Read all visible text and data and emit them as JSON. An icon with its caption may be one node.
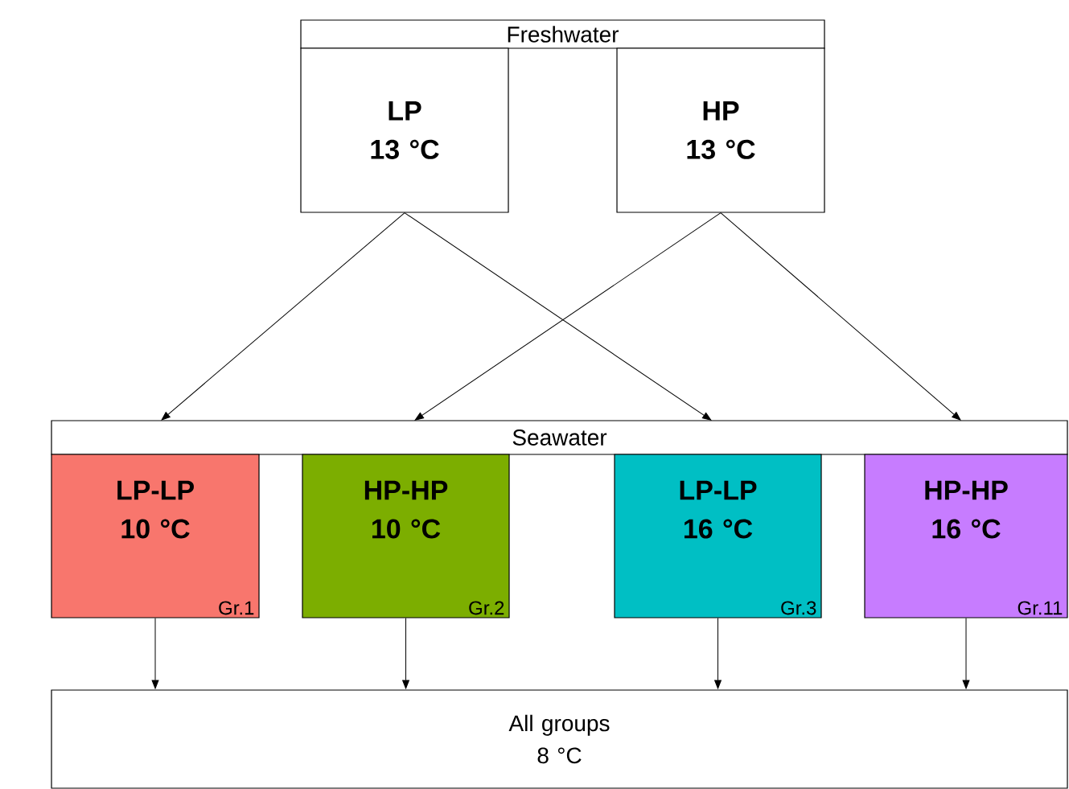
{
  "diagram": {
    "nodes": [
      {
        "text": [
          "Freshwater"
        ]
      },
      {
        "text": [
          "LP 13 °C"
        ]
      },
      {
        "text": [
          "HP 13 °C"
        ]
      },
      {
        "text": [
          "Seawater"
        ]
      },
      {
        "text": [
          "LP-LP 10 °C",
          "Gr.1"
        ]
      },
      {
        "text": [
          "HP-HP 10 °C",
          "Gr.2"
        ]
      },
      {
        "text": [
          "LP-LP 16 °C",
          "Gr.3"
        ]
      },
      {
        "text": [
          "HP-HP 16 °C",
          "Gr.11"
        ]
      },
      {
        "text": [
          "All groups 8 °C"
        ]
      }
    ],
    "edges": [
      {
        "from": 1,
        "to": 3,
        "arrow": "to"
      },
      {
        "from": 1,
        "to": 3,
        "arrow": "to"
      },
      {
        "from": 2,
        "to": 3,
        "arrow": "to"
      },
      {
        "from": 2,
        "to": 3,
        "arrow": "to"
      },
      {
        "from": 4,
        "to": 8,
        "arrow": "to"
      },
      {
        "from": 5,
        "to": 8,
        "arrow": "to"
      },
      {
        "from": 6,
        "to": 8,
        "arrow": "to"
      },
      {
        "from": 7,
        "to": 8,
        "arrow": "to"
      }
    ]
  }
}
